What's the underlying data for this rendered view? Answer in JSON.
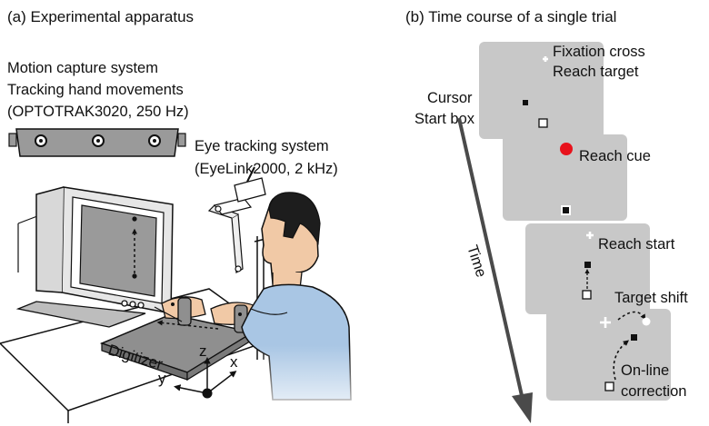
{
  "panel_a": {
    "title": "(a) Experimental apparatus",
    "motion_capture": {
      "line1": "Motion capture system",
      "line2": "Tracking hand movements",
      "line3": "(OPTOTRAK3020, 250 Hz)"
    },
    "eye_tracking": {
      "line1": "Eye tracking system",
      "line2": "(EyeLink2000, 2 kHz)"
    },
    "digitizer_label": "Digitizer",
    "axis_z": "z",
    "axis_x": "x",
    "axis_y": "y"
  },
  "panel_b": {
    "title": "(b) Time course of a single trial",
    "time_label": "Time",
    "cursor_label": "Cursor",
    "startbox_label": "Start box",
    "fixation_label": "Fixation cross",
    "reach_target_label": "Reach target",
    "reach_cue_label": "Reach cue",
    "reach_start_label": "Reach start",
    "target_shift_label": "Target shift",
    "online_label1": "On-line",
    "online_label2": "correction"
  },
  "colors": {
    "screen_gray": "#c8c8c8",
    "apparatus_gray": "#9a9a9a",
    "cue_red": "#e8121c",
    "shirt_blue": "#a9c6e4",
    "skin": "#f1c9a6"
  }
}
